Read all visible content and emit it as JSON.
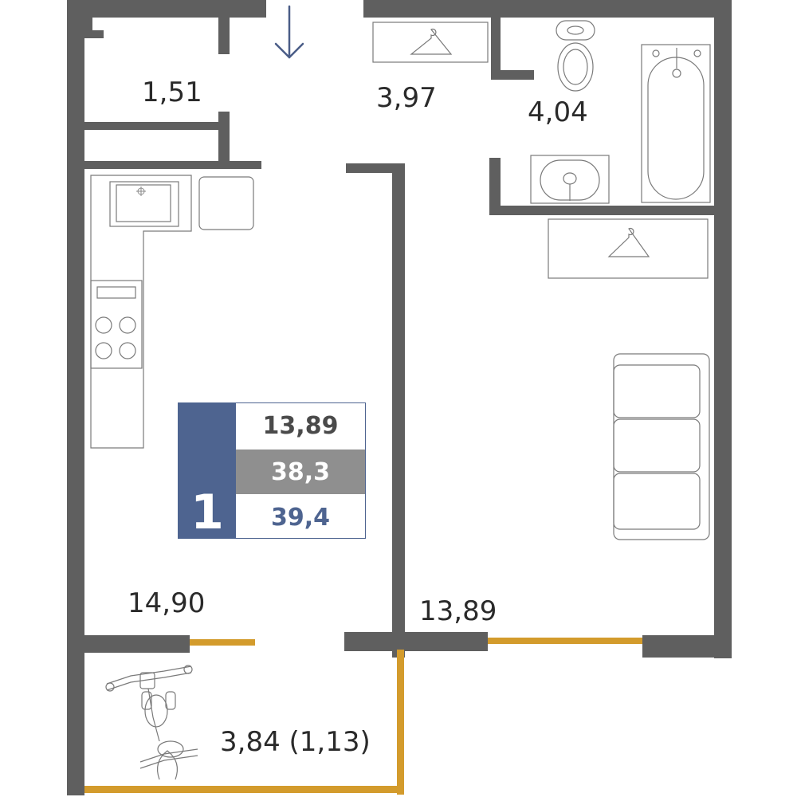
{
  "plan": {
    "rooms": [
      {
        "id": "storage",
        "area": "1,51"
      },
      {
        "id": "hallway",
        "area": "3,97"
      },
      {
        "id": "bathroom",
        "area": "4,04"
      },
      {
        "id": "kitchen",
        "area": "14,90"
      },
      {
        "id": "bedroom",
        "area": "13,89"
      },
      {
        "id": "balcony",
        "area": "3,84 (1,13)"
      }
    ],
    "colors": {
      "wall": "#5f5f5f",
      "window": "#d39b2c",
      "accent": "#4e6490",
      "summary_gray": "#8f8f8f"
    },
    "icons": [
      "entrance-arrow-icon",
      "hanger-icon",
      "toilet-icon",
      "bathtub-icon",
      "sink-icon",
      "stove-icon",
      "sofa-icon",
      "exercise-bike-icon"
    ]
  },
  "summary": {
    "rooms_count": "1",
    "living_area": "13,89",
    "total_area": "38,3",
    "full_area": "39,4"
  }
}
